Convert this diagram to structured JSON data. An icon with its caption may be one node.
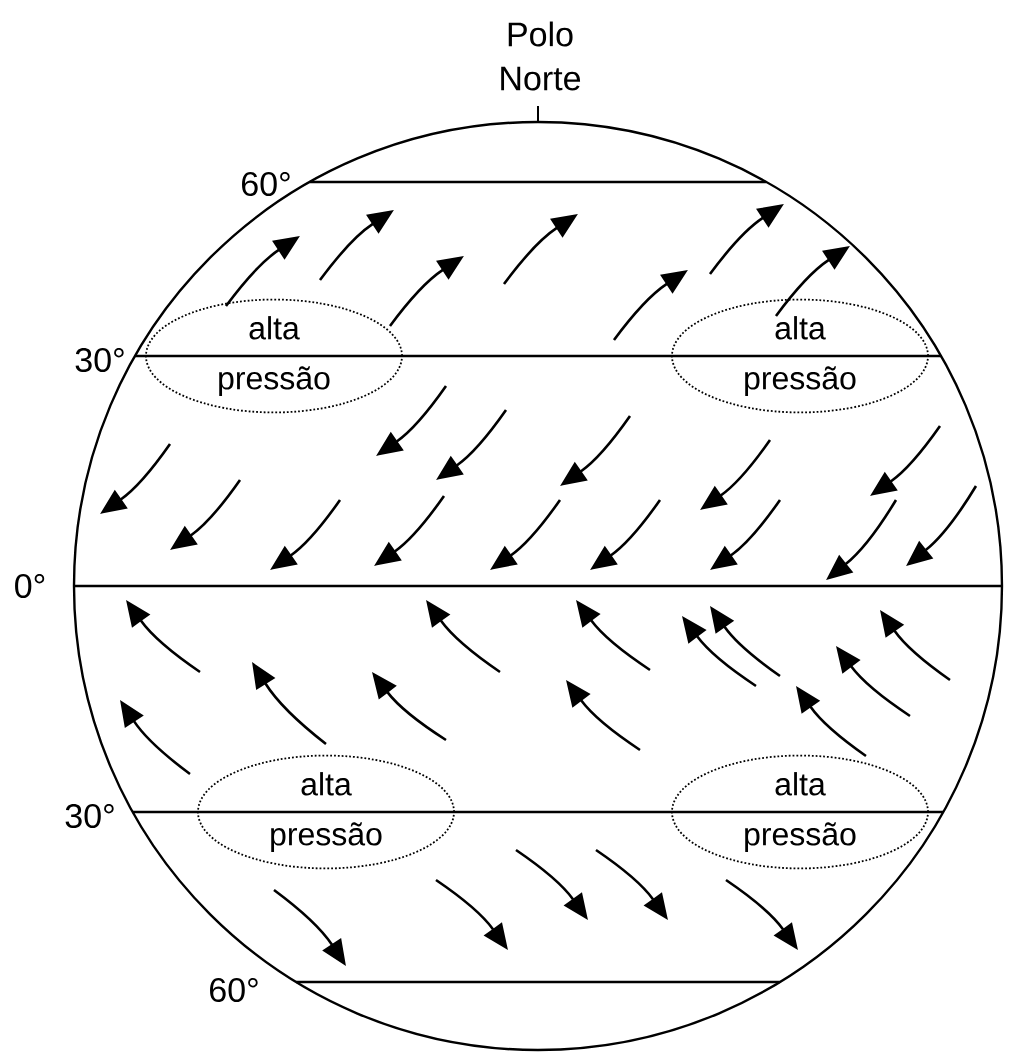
{
  "diagram": {
    "nodes": [
      {
        "text": [
          "alta pressão"
        ]
      },
      {
        "text": [
          "alta pressão"
        ]
      },
      {
        "text": [
          "alta pressão"
        ]
      },
      {
        "text": [
          "alta pressão"
        ]
      }
    ],
    "labels": [
      "Polo Norte",
      "60°",
      "30°",
      "0°",
      "30°",
      "60°"
    ]
  }
}
